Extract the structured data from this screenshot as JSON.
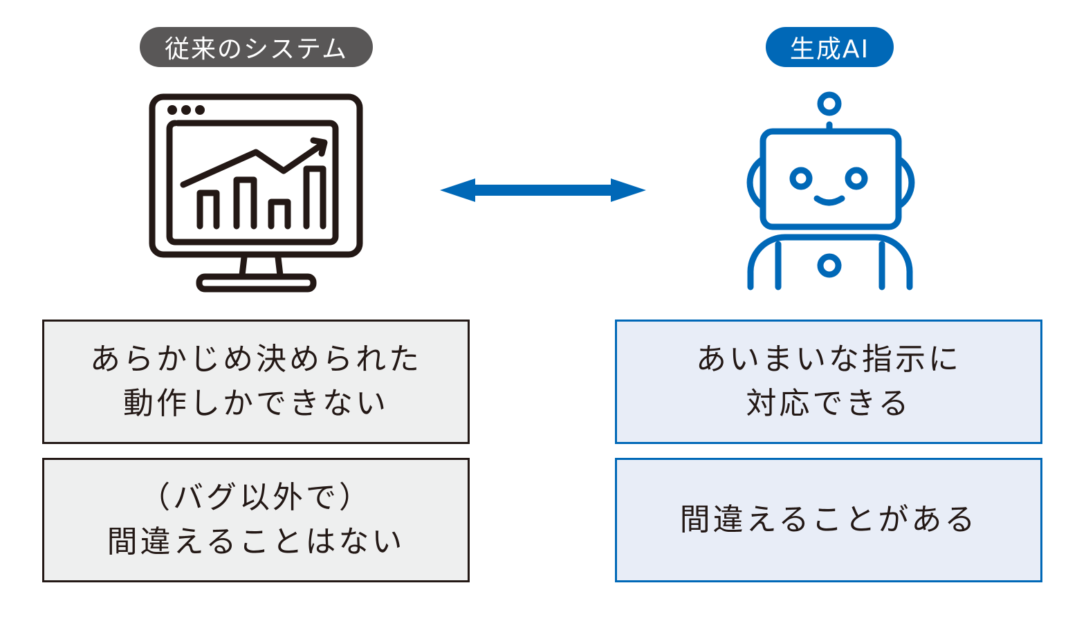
{
  "left": {
    "label": "従来のシステム",
    "icon": "monitor-chart-icon",
    "color": "#595757",
    "boxes": [
      {
        "lines": [
          "あらかじめ決められた",
          "動作しかできない"
        ]
      },
      {
        "lines": [
          "（バグ以外で）",
          "間違えることはない"
        ]
      }
    ]
  },
  "right": {
    "label": "生成AI",
    "icon": "robot-icon",
    "color": "#0068b7",
    "boxes": [
      {
        "lines": [
          "あいまいな指示に",
          "対応できる"
        ]
      },
      {
        "lines": [
          "間違えることがある"
        ]
      }
    ]
  },
  "connector": {
    "icon": "double-arrow-icon",
    "color": "#0068b7"
  }
}
